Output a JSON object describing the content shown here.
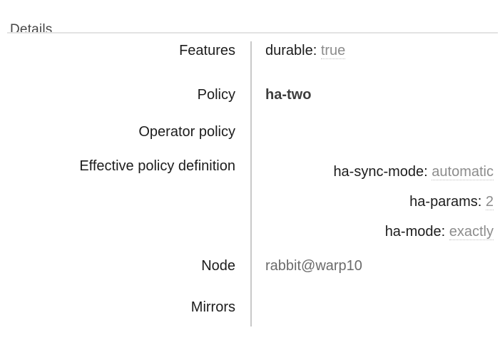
{
  "section": {
    "heading": "Details"
  },
  "rows": [
    {
      "label": "Features",
      "type": "keyvalue",
      "key": "durable:",
      "value": "true"
    },
    {
      "label": "Policy",
      "type": "policy",
      "value": "ha-two"
    },
    {
      "label": "Operator policy",
      "type": "empty",
      "value": ""
    },
    {
      "label": "Effective policy definition",
      "type": "definition-list",
      "items": [
        {
          "key": "ha-sync-mode:",
          "value": "automatic"
        },
        {
          "key": "ha-params:",
          "value": "2"
        },
        {
          "key": "ha-mode:",
          "value": "exactly"
        }
      ]
    },
    {
      "label": "Node",
      "type": "node",
      "value": "rabbit@warp10"
    },
    {
      "label": "Mirrors",
      "type": "empty",
      "value": ""
    }
  ],
  "colors": {
    "heading_text": "#474747",
    "rule": "#e3e3e3",
    "divider": "#c9c9c9",
    "label_text": "#1c1c1c",
    "muted_value": "#8c8c8c",
    "policy_bold": "#3d3d3d",
    "node_text": "#6b6b6b"
  }
}
